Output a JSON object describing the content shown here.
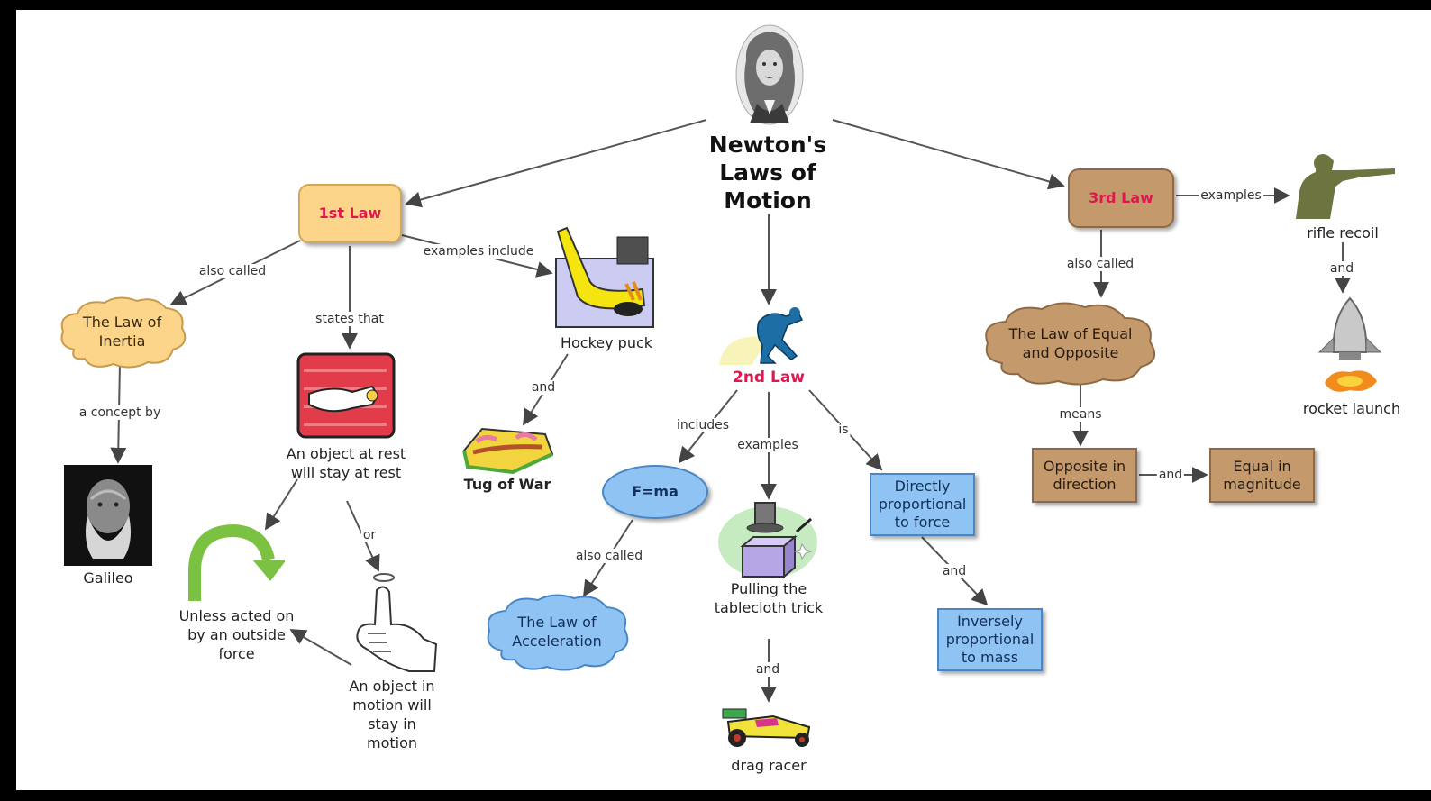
{
  "title": "Newton's Laws of Motion",
  "laws": {
    "first": "1st Law",
    "second": "2nd Law",
    "third": "3rd Law"
  },
  "concepts": {
    "law_of_inertia": "The Law of Inertia",
    "galileo": "Galileo",
    "object_at_rest": "An object at rest will stay at rest",
    "unless_acted": "Unless acted on by an outside force",
    "object_in_motion": "An object in motion will stay in motion",
    "hockey_puck": "Hockey puck",
    "tug_of_war": "Tug of War",
    "f_ma": "F=ma",
    "law_of_acceleration": "The Law of Acceleration",
    "tablecloth": "Pulling the tablecloth trick",
    "drag_racer": "drag racer",
    "directly_proportional": "Directly proportional to force",
    "inversely_proportional": "Inversely proportional to mass",
    "equal_opposite": "The Law of Equal and Opposite",
    "opposite_direction": "Opposite in direction",
    "equal_magnitude": "Equal in magnitude",
    "rifle_recoil": "rifle recoil",
    "rocket_launch": "rocket launch"
  },
  "link_labels": {
    "also_called_1": "also called",
    "states_that": "states that",
    "examples_include": "examples include",
    "a_concept_by": "a concept by",
    "or": "or",
    "and_tug": "and",
    "includes": "includes",
    "examples_2": "examples",
    "is": "is",
    "also_called_2": "also called",
    "and_drag": "and",
    "and_inverse": "and",
    "also_called_3": "also called",
    "examples_3": "examples",
    "means": "means",
    "and_equal": "and",
    "and_rocket": "and"
  },
  "icons": [
    "newton-portrait-icon",
    "galileo-portrait-icon",
    "hockey-stick-icon",
    "pull-hand-icon",
    "curved-arrow-icon",
    "pointing-hand-icon",
    "tug-of-war-icon",
    "speed-skater-icon",
    "magic-hat-icon",
    "drag-racer-icon",
    "rifleman-icon",
    "rocket-icon"
  ],
  "colors": {
    "law_label": "#e0184f",
    "first_law_fill": "#fdd58a",
    "third_law_fill": "#c49a6c",
    "second_law_fill": "#8ec3f3"
  }
}
